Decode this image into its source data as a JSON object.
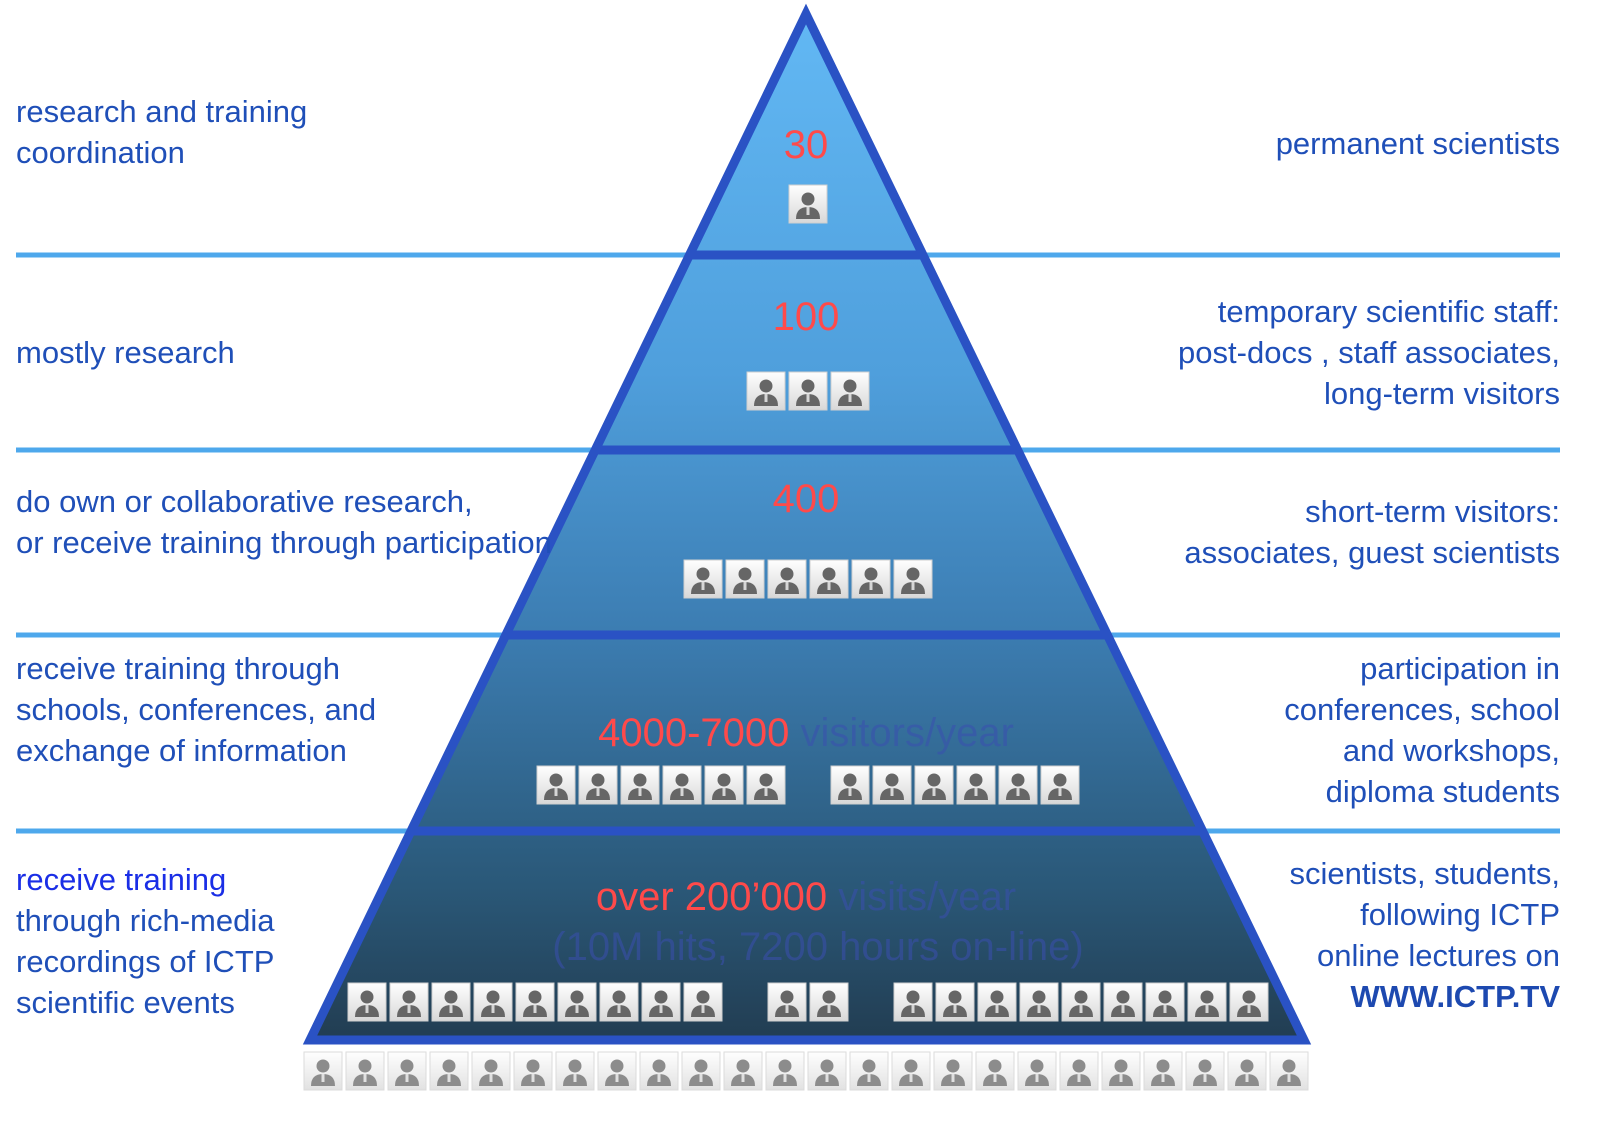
{
  "colors": {
    "pyramid_outline": "#2a52c4",
    "separator": "#4ea8ec",
    "number_red": "#ff4a4a",
    "unit_text": "#3a4fb0",
    "side_text": "#1f4fb8"
  },
  "tiers": [
    {
      "number": "30",
      "unit": "",
      "icon_groups": [
        1
      ],
      "left_lines": [
        "research and training",
        "coordination"
      ],
      "right_lines": [
        "permanent scientists"
      ]
    },
    {
      "number": "100",
      "unit": "",
      "icon_groups": [
        3
      ],
      "left_lines": [
        "mostly research"
      ],
      "right_lines": [
        "temporary scientific staff:",
        "post-docs , staff associates,",
        "long-term visitors"
      ]
    },
    {
      "number": "400",
      "unit": "",
      "icon_groups": [
        6
      ],
      "left_lines": [
        "do own or collaborative research,",
        "or receive training through participation"
      ],
      "right_lines": [
        "short-term visitors:",
        "associates, guest scientists"
      ]
    },
    {
      "number": "4000-7000",
      "unit": "visitors/year",
      "icon_groups": [
        6,
        6
      ],
      "left_lines": [
        "receive training through",
        "schools, conferences, and",
        "exchange of information"
      ],
      "right_lines": [
        "participation in",
        "conferences, school",
        "and workshops,",
        "diploma students"
      ]
    },
    {
      "number": "over 200’000",
      "unit": "visits/year",
      "sub_line": "(10M hits,  7200 hours on-line)",
      "icon_groups": [
        9,
        2,
        9
      ],
      "left_lines": [
        "receive training",
        "through rich-media",
        "recordings of ICTP",
        "scientific events"
      ],
      "right_lines": [
        "scientists, students,",
        "following ICTP",
        "online lectures on",
        "WWW.ICTP.TV"
      ]
    }
  ],
  "bottom_row_icon_count": 24,
  "icon_name": "person-icon"
}
